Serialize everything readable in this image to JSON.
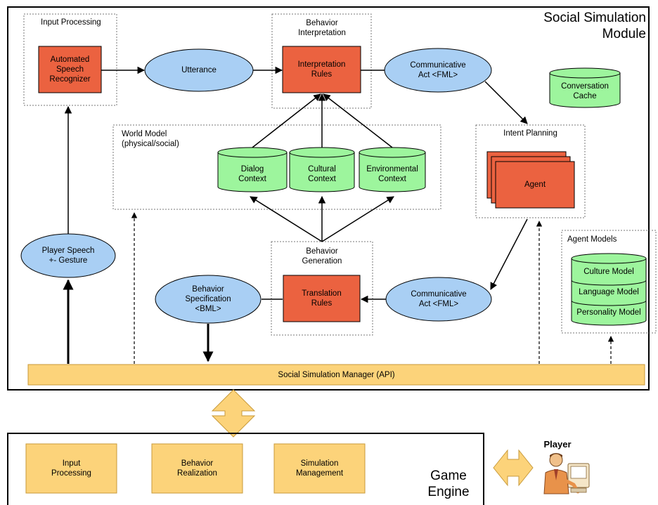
{
  "module": {
    "title": "Social Simulation\nModule"
  },
  "groups": {
    "input_processing": "Input Processing",
    "behavior_interpretation": "Behavior\nInterpretation",
    "world_model": "World Model\n(physical/social)",
    "intent_planning": "Intent Planning",
    "behavior_generation": "Behavior\nGeneration",
    "agent_models": "Agent Models"
  },
  "nodes": {
    "asr": "Automated\nSpeech\nRecognizer",
    "utterance": "Utterance",
    "interpretation_rules": "Interpretation\nRules",
    "comm_act_top": "Communicative\nAct <FML>",
    "conversation_cache": "Conversation\nCache",
    "dialog_context": "Dialog\nContext",
    "cultural_context": "Cultural\nContext",
    "environmental_context": "Environmental\nContext",
    "agent": "Agent",
    "player_speech": "Player Speech\n+- Gesture",
    "behavior_spec": "Behavior\nSpecification\n<BML>",
    "translation_rules": "Translation\nRules",
    "comm_act_bottom": "Communicative\nAct <FML>",
    "culture_model": "Culture Model",
    "language_model": "Language Model",
    "personality_model": "Personality Model",
    "ssm_api": "Social Simulation Manager (API)"
  },
  "engine": {
    "title": "Game\nEngine",
    "input_processing": "Input\nProcessing",
    "behavior_realization": "Behavior\nRealization",
    "simulation_management": "Simulation\nManagement"
  },
  "player": {
    "label": "Player"
  },
  "colors": {
    "orange_box": "#EB6240",
    "blue_ellipse": "#A9CFF4",
    "green_cyl": "#9DF59D",
    "yellow": "#FCD37A",
    "yellow_stroke": "#C89A3A"
  }
}
